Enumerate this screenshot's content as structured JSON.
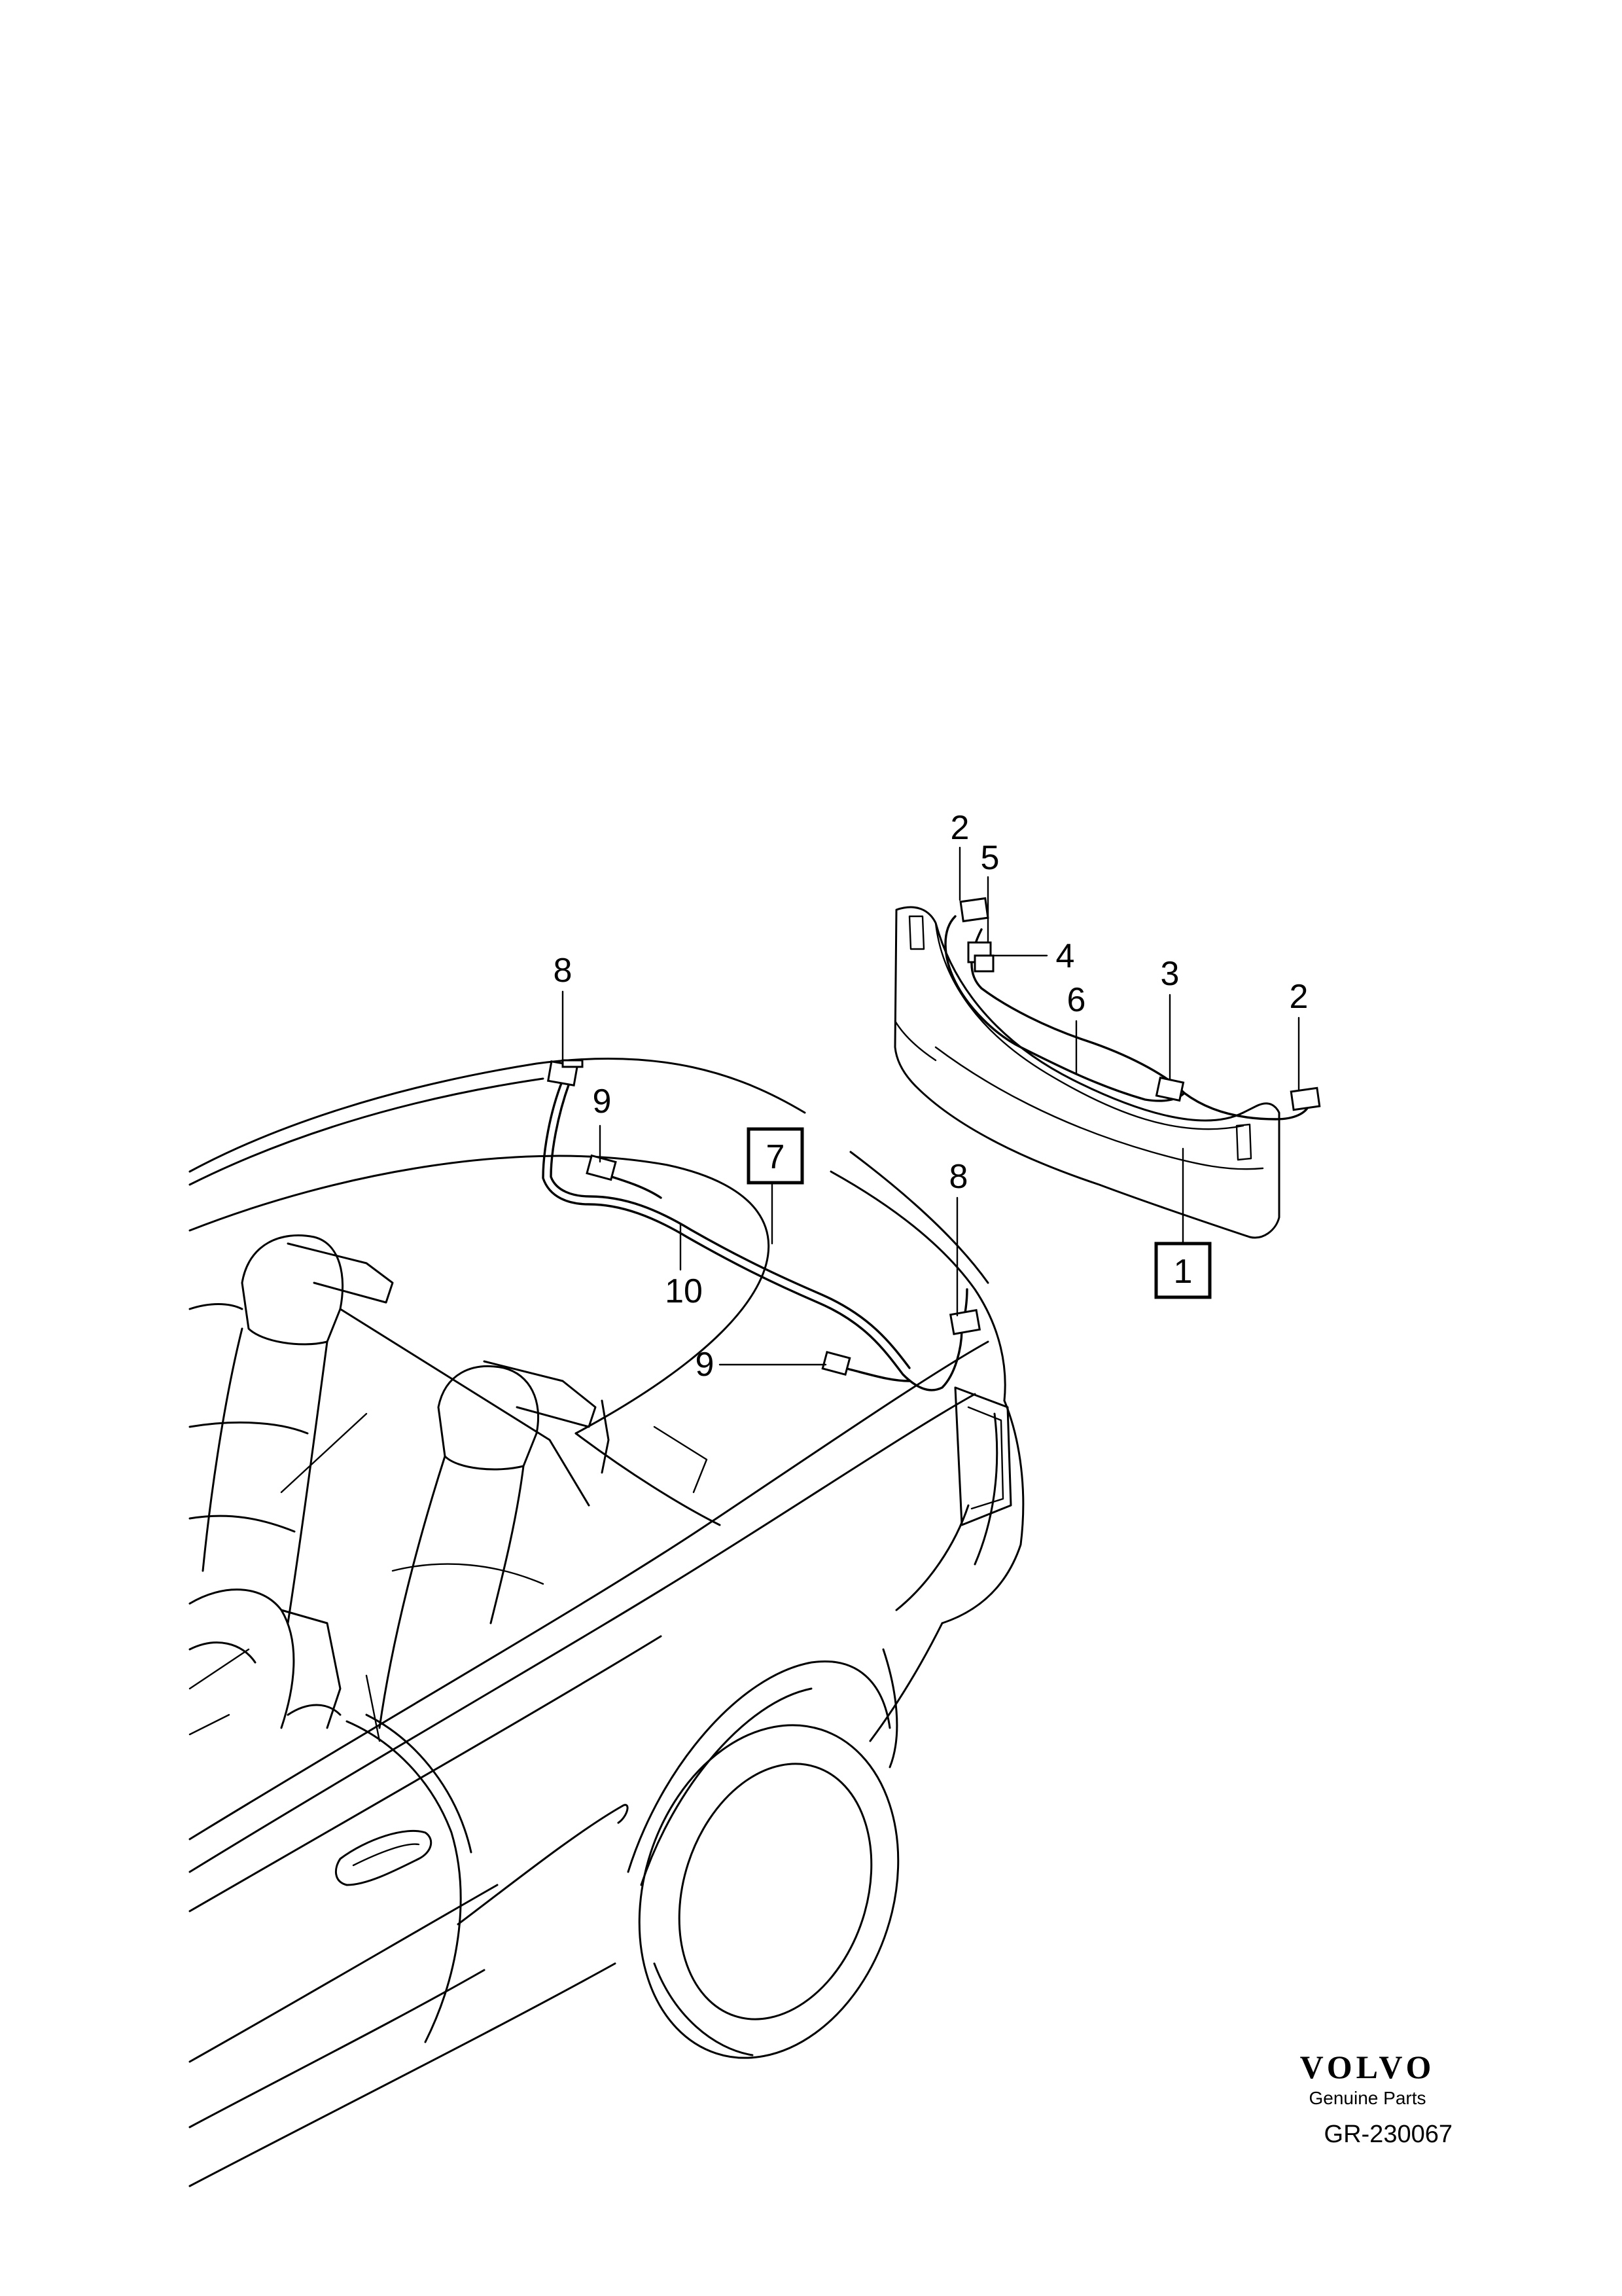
{
  "callouts": {
    "c1": "1",
    "c2a": "2",
    "c2b": "2",
    "c3": "3",
    "c4": "4",
    "c5": "5",
    "c6": "6",
    "c7": "7",
    "c8a": "8",
    "c8b": "8",
    "c9a": "9",
    "c9b": "9",
    "c10": "10"
  },
  "brand": {
    "logo": "VOLVO",
    "subtitle": "Genuine Parts"
  },
  "reference": "GR-230067"
}
